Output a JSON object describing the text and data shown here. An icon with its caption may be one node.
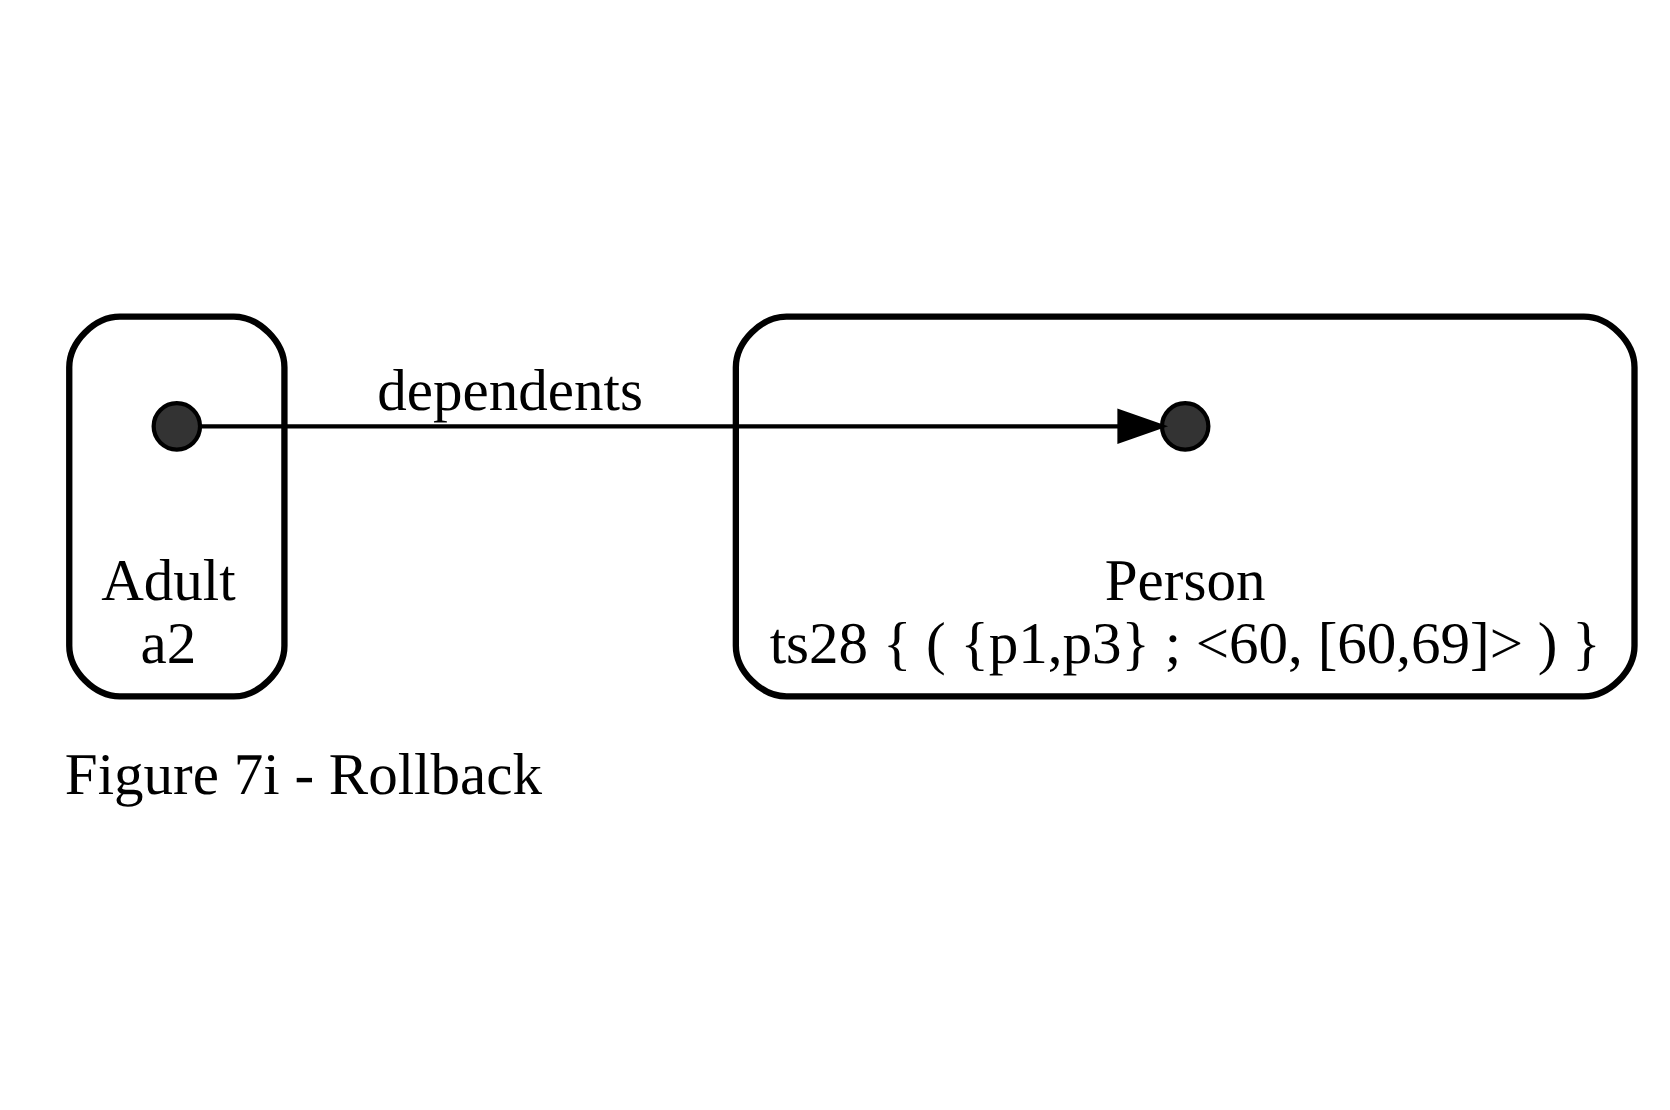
{
  "diagram": {
    "caption": "Figure 7i - Rollback",
    "nodes": [
      {
        "text": [
          "Adult",
          "a2"
        ]
      },
      {
        "text": [],
        "shape": "circle",
        "in": 0
      },
      {
        "text": [
          "Person",
          "ts28 { ( {p1,p3} ; <60, [60,69]> ) }"
        ]
      },
      {
        "text": [],
        "shape": "circle",
        "in": 2
      }
    ],
    "edges": [
      {
        "from": 1,
        "to": 3,
        "arrow": "to",
        "label": "dependents"
      }
    ]
  }
}
